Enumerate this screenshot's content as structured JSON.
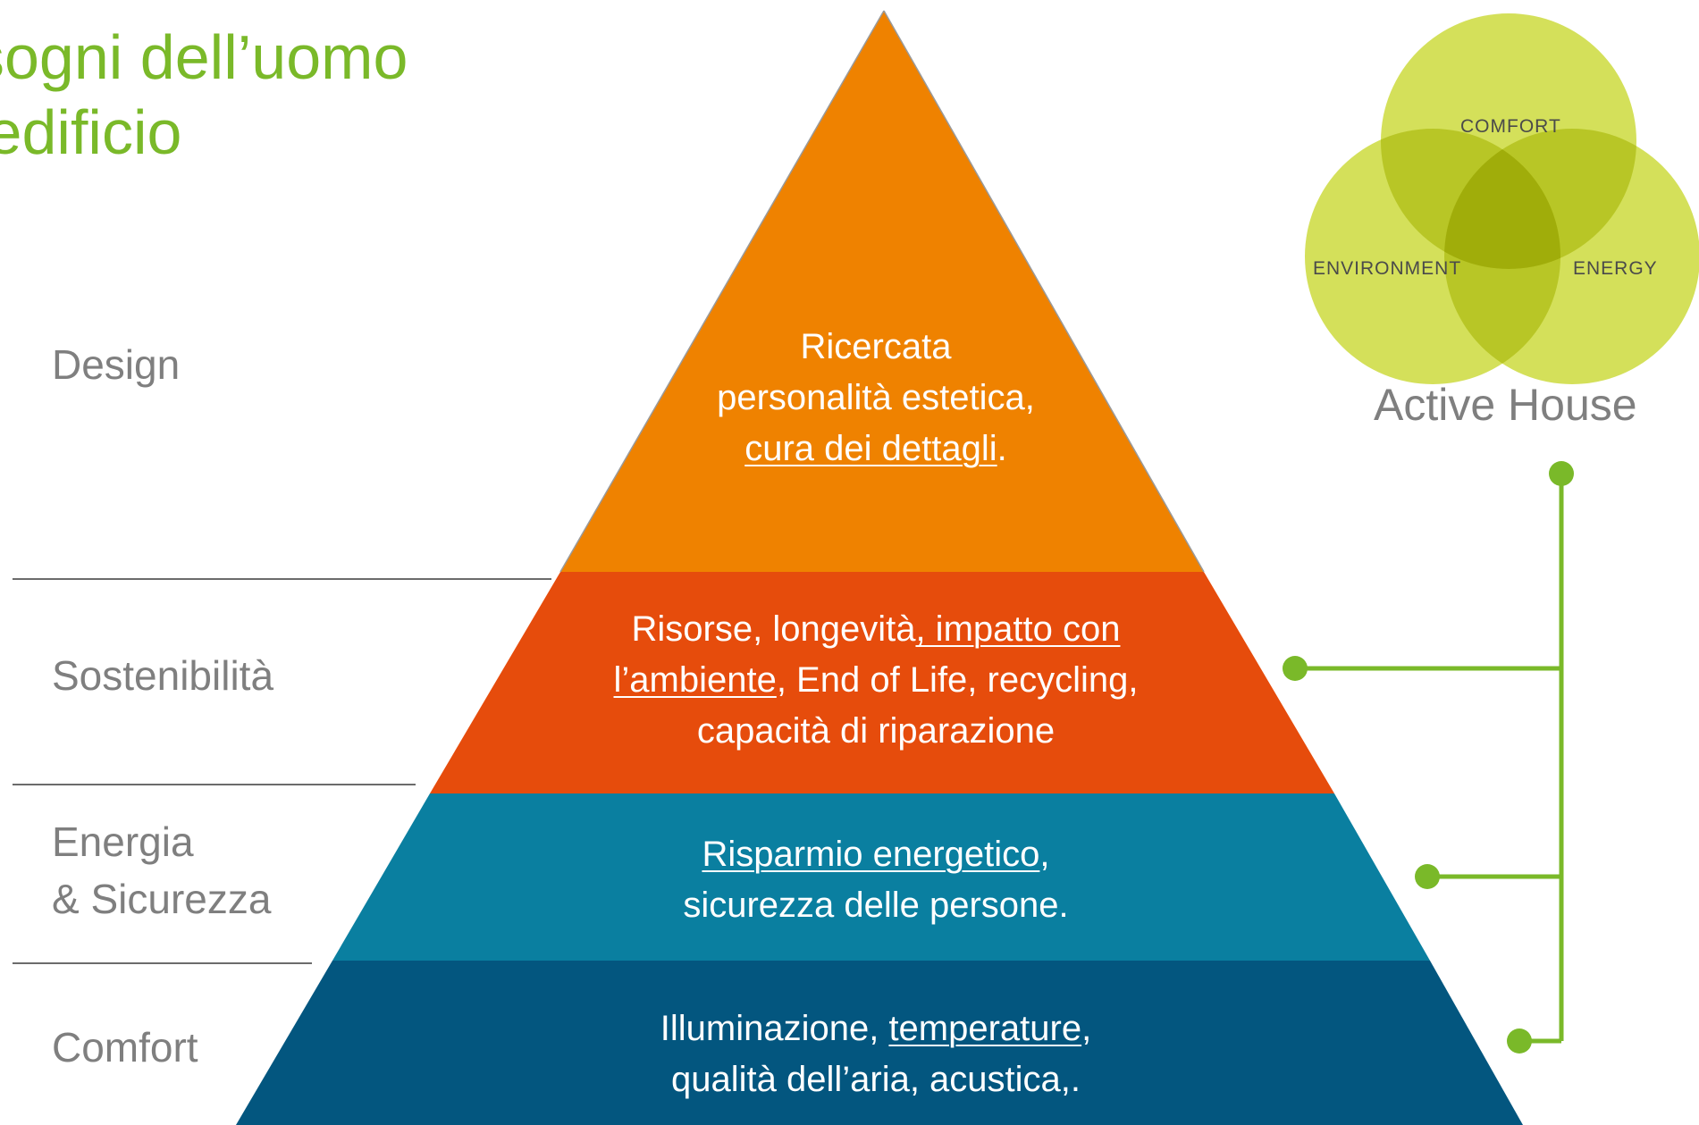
{
  "title": {
    "line1": "sogni dell’uomo",
    "line2": "’edificio"
  },
  "categories": [
    {
      "id": "design",
      "label": "Design"
    },
    {
      "id": "sostenibilita",
      "label": "Sostenibilità"
    },
    {
      "id": "energia",
      "label_line1": "Energia",
      "label_line2": "& Sicurezza"
    },
    {
      "id": "comfort",
      "label": "Comfort"
    }
  ],
  "pyramid": {
    "layers": [
      {
        "id": "design",
        "color": "#ef8200",
        "lines": [
          [
            {
              "t": "Ricercata",
              "u": false
            }
          ],
          [
            {
              "t": "personalità estetica,",
              "u": false
            }
          ],
          [
            {
              "t": "cura dei dettagli",
              "u": true
            },
            {
              "t": ".",
              "u": false
            }
          ]
        ]
      },
      {
        "id": "sostenibilita",
        "color": "#e64c0c",
        "lines": [
          [
            {
              "t": "Risorse, longevità",
              "u": false
            },
            {
              "t": ", impatto con",
              "u": true
            }
          ],
          [
            {
              "t": "l’ambiente",
              "u": true
            },
            {
              "t": ", End of Life, recycling,",
              "u": false
            }
          ],
          [
            {
              "t": "capacità di riparazione",
              "u": false
            }
          ]
        ]
      },
      {
        "id": "energia",
        "color": "#0a7fa0",
        "lines": [
          [
            {
              "t": "Risparmio energetico",
              "u": true
            },
            {
              "t": ",",
              "u": false
            }
          ],
          [
            {
              "t": "sicurezza delle persone.",
              "u": false
            }
          ]
        ]
      },
      {
        "id": "comfort",
        "color": "#03567f",
        "lines": [
          [
            {
              "t": "Illuminazione, ",
              "u": false
            },
            {
              "t": "temperature",
              "u": true
            },
            {
              "t": ",",
              "u": false
            }
          ],
          [
            {
              "t": "qualità dell’aria, acustica,.",
              "u": false
            }
          ]
        ]
      }
    ]
  },
  "active_house": {
    "caption": "Active House",
    "circles": [
      "COMFORT",
      "ENVIRONMENT",
      "ENERGY"
    ],
    "circle_color": "#d4e05a",
    "overlap_color": "#b8c626",
    "center_color": "#a0ad0a"
  },
  "connector_color": "#7ab929"
}
